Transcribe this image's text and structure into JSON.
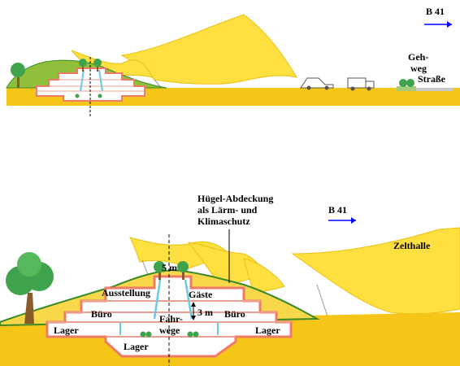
{
  "colors": {
    "ground": "#F5C518",
    "ground_light": "#F8D84A",
    "building_outline": "#F07A6A",
    "building_fill": "#FFFFFF",
    "floor_line": "#E8A090",
    "hill": "#8FBF3A",
    "hill_edge": "#3A8A2A",
    "tent_yellow": "#FFE040",
    "tent_yellow_dark": "#E8C010",
    "water_blue": "#6BC8E8",
    "arrow_blue": "#0000FF",
    "tree_green": "#3FA34D",
    "trunk": "#8B5A2B",
    "sidewalk": "#A8C87A",
    "road_gray": "#C8C8C8"
  },
  "top_view": {
    "road_label": "B 41",
    "sidewalk_label_line1": "Geh-",
    "sidewalk_label_line2": "weg",
    "street_label": "Straße",
    "direction_icon": "arrow-right-icon",
    "vehicle_icons": [
      "truck-icon",
      "truck-icon"
    ]
  },
  "bottom_view": {
    "road_label": "B 41",
    "direction_icon": "arrow-right-icon",
    "hill_cover_line1": "Hügel-Abdeckung",
    "hill_cover_line2": "als Lärm- und",
    "hill_cover_line3": "Klimaschutz",
    "tent_hall": "Zelthalle",
    "height_top": "5 m",
    "height_mid": "3 m",
    "exhibition": "Ausstellung",
    "guests": "Gäste",
    "office_left": "Büro",
    "office_right": "Büro",
    "driveways_line1": "Fahr-",
    "driveways_line2": "wege",
    "storage_left": "Lager",
    "storage_right": "Lager",
    "storage_bottom": "Lager"
  }
}
